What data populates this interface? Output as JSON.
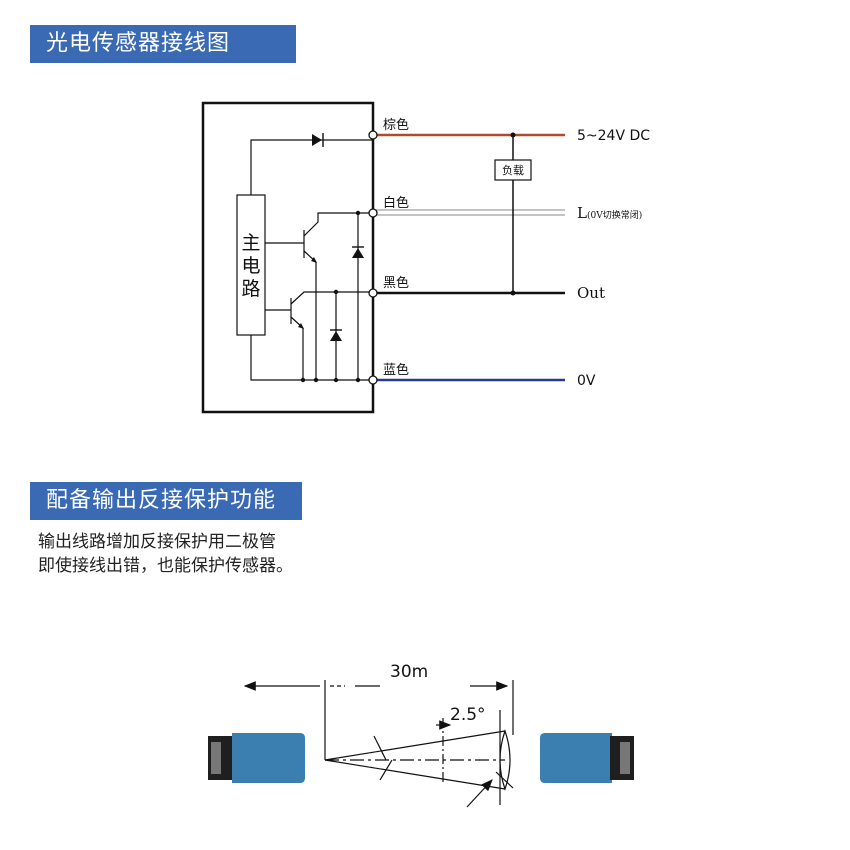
{
  "section1": {
    "title": "光电传感器接线图"
  },
  "wiring": {
    "main_circuit_label": [
      "主",
      "电",
      "路"
    ],
    "wires": [
      {
        "label": "棕色",
        "color": "#b04a2a",
        "terminal": "5~24V DC"
      },
      {
        "label": "白色",
        "color": "#c8c8c8",
        "terminal": "L",
        "terminal_note": "(0V切换常闭)"
      },
      {
        "label": "黑色",
        "color": "#111111",
        "terminal": "Out"
      },
      {
        "label": "蓝色",
        "color": "#2a3a8c",
        "terminal": "0V"
      }
    ],
    "load_label": "负载"
  },
  "section2": {
    "title": "配备输出反接保护功能",
    "desc_lines": [
      "输出线路增加反接保护用二极管",
      "即使接线出错，也能保护传感器。"
    ]
  },
  "beam": {
    "distance_label": "30m",
    "angle_label": "2.5°",
    "sensor_color": "#3a7fb0"
  }
}
